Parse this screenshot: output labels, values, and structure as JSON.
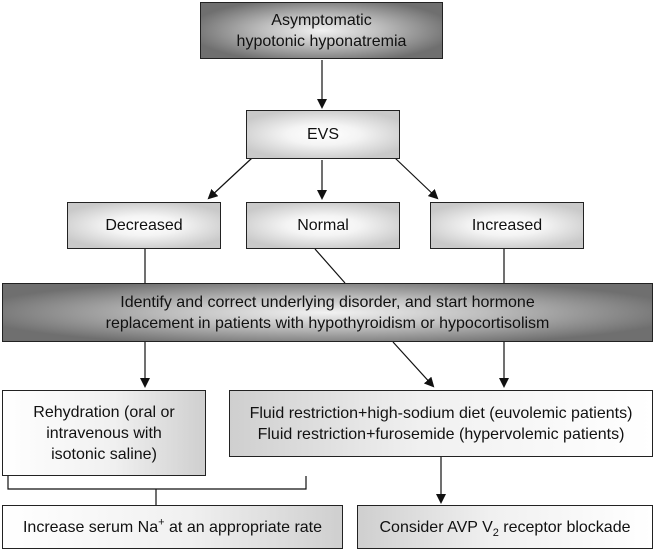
{
  "nodes": {
    "start": {
      "lines": [
        "Asymptomatic",
        "hypotonic hyponatremia"
      ]
    },
    "evs": {
      "lines": [
        "EVS"
      ]
    },
    "decreased": {
      "lines": [
        "Decreased"
      ]
    },
    "normal": {
      "lines": [
        "Normal"
      ]
    },
    "increased": {
      "lines": [
        "Increased"
      ]
    },
    "identify": {
      "lines": [
        "Identify and correct underlying disorder, and start hormone",
        "replacement in patients with hypothyroidism or hypocortisolism"
      ]
    },
    "rehydration": {
      "lines": [
        "Rehydration  (oral or",
        "intravenous with",
        "isotonic saline)"
      ]
    },
    "fluid": {
      "lines": [
        "Fluid restriction+high-sodium diet (euvolemic patients)",
        "Fluid restriction+furosemide (hypervolemic patients)"
      ]
    },
    "increase": {
      "before": "Increase serum Na",
      "sup": "+",
      "after": " at an appropriate rate"
    },
    "consider": {
      "before": "Consider AVP V",
      "sub": "2",
      "after": " receptor blockade"
    }
  }
}
